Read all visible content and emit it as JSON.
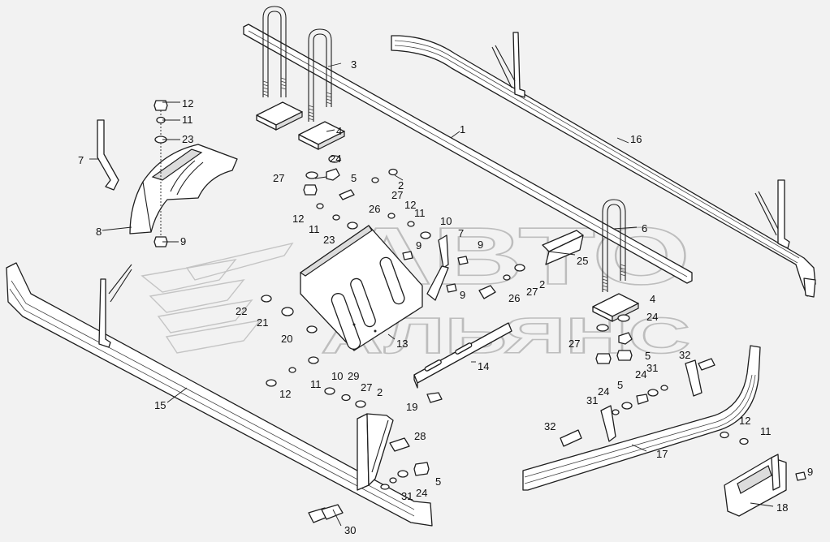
{
  "watermark": {
    "line1": "АВТО",
    "line2": "АЛЬЯНС"
  },
  "callouts": [
    "1",
    "2",
    "3",
    "4",
    "5",
    "6",
    "7",
    "8",
    "9",
    "10",
    "11",
    "12",
    "13",
    "14",
    "15",
    "16",
    "17",
    "18",
    "19",
    "20",
    "21",
    "22",
    "23",
    "24",
    "25",
    "26",
    "27",
    "28",
    "29",
    "30",
    "31",
    "32"
  ],
  "colors": {
    "background": "#f2f2f2",
    "line": "#1e1e1e",
    "watermark": "#bdbdbd"
  }
}
